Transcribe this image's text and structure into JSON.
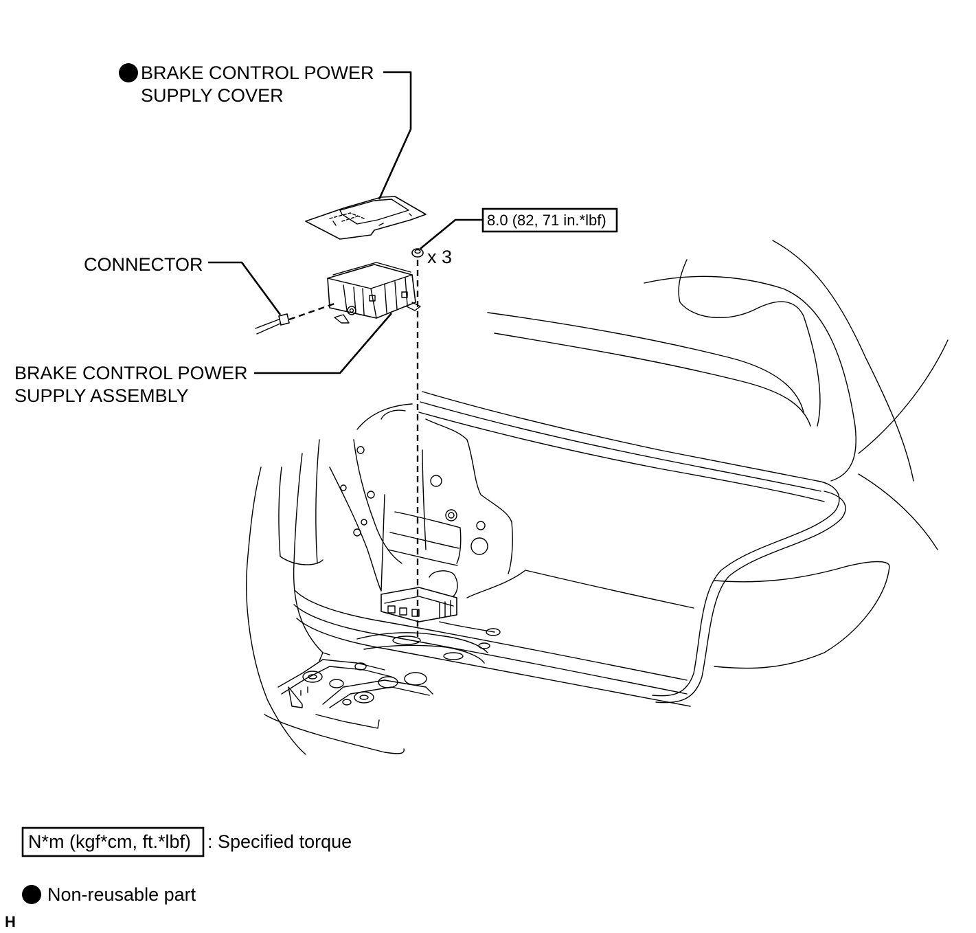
{
  "callouts": {
    "cover_line1": "BRAKE CONTROL POWER",
    "cover_line2": "SUPPLY COVER",
    "connector": "CONNECTOR",
    "assembly_line1": "BRAKE CONTROL POWER",
    "assembly_line2": "SUPPLY ASSEMBLY",
    "torque_value": "8.0 (82, 71 in.*lbf)",
    "nut_quantity": "x 3"
  },
  "legend": {
    "torque_units": "N*m (kgf*cm, ft.*lbf)",
    "torque_desc": ": Specified torque",
    "nonreusable_desc": "Non-reusable part"
  },
  "corner_code": "H"
}
